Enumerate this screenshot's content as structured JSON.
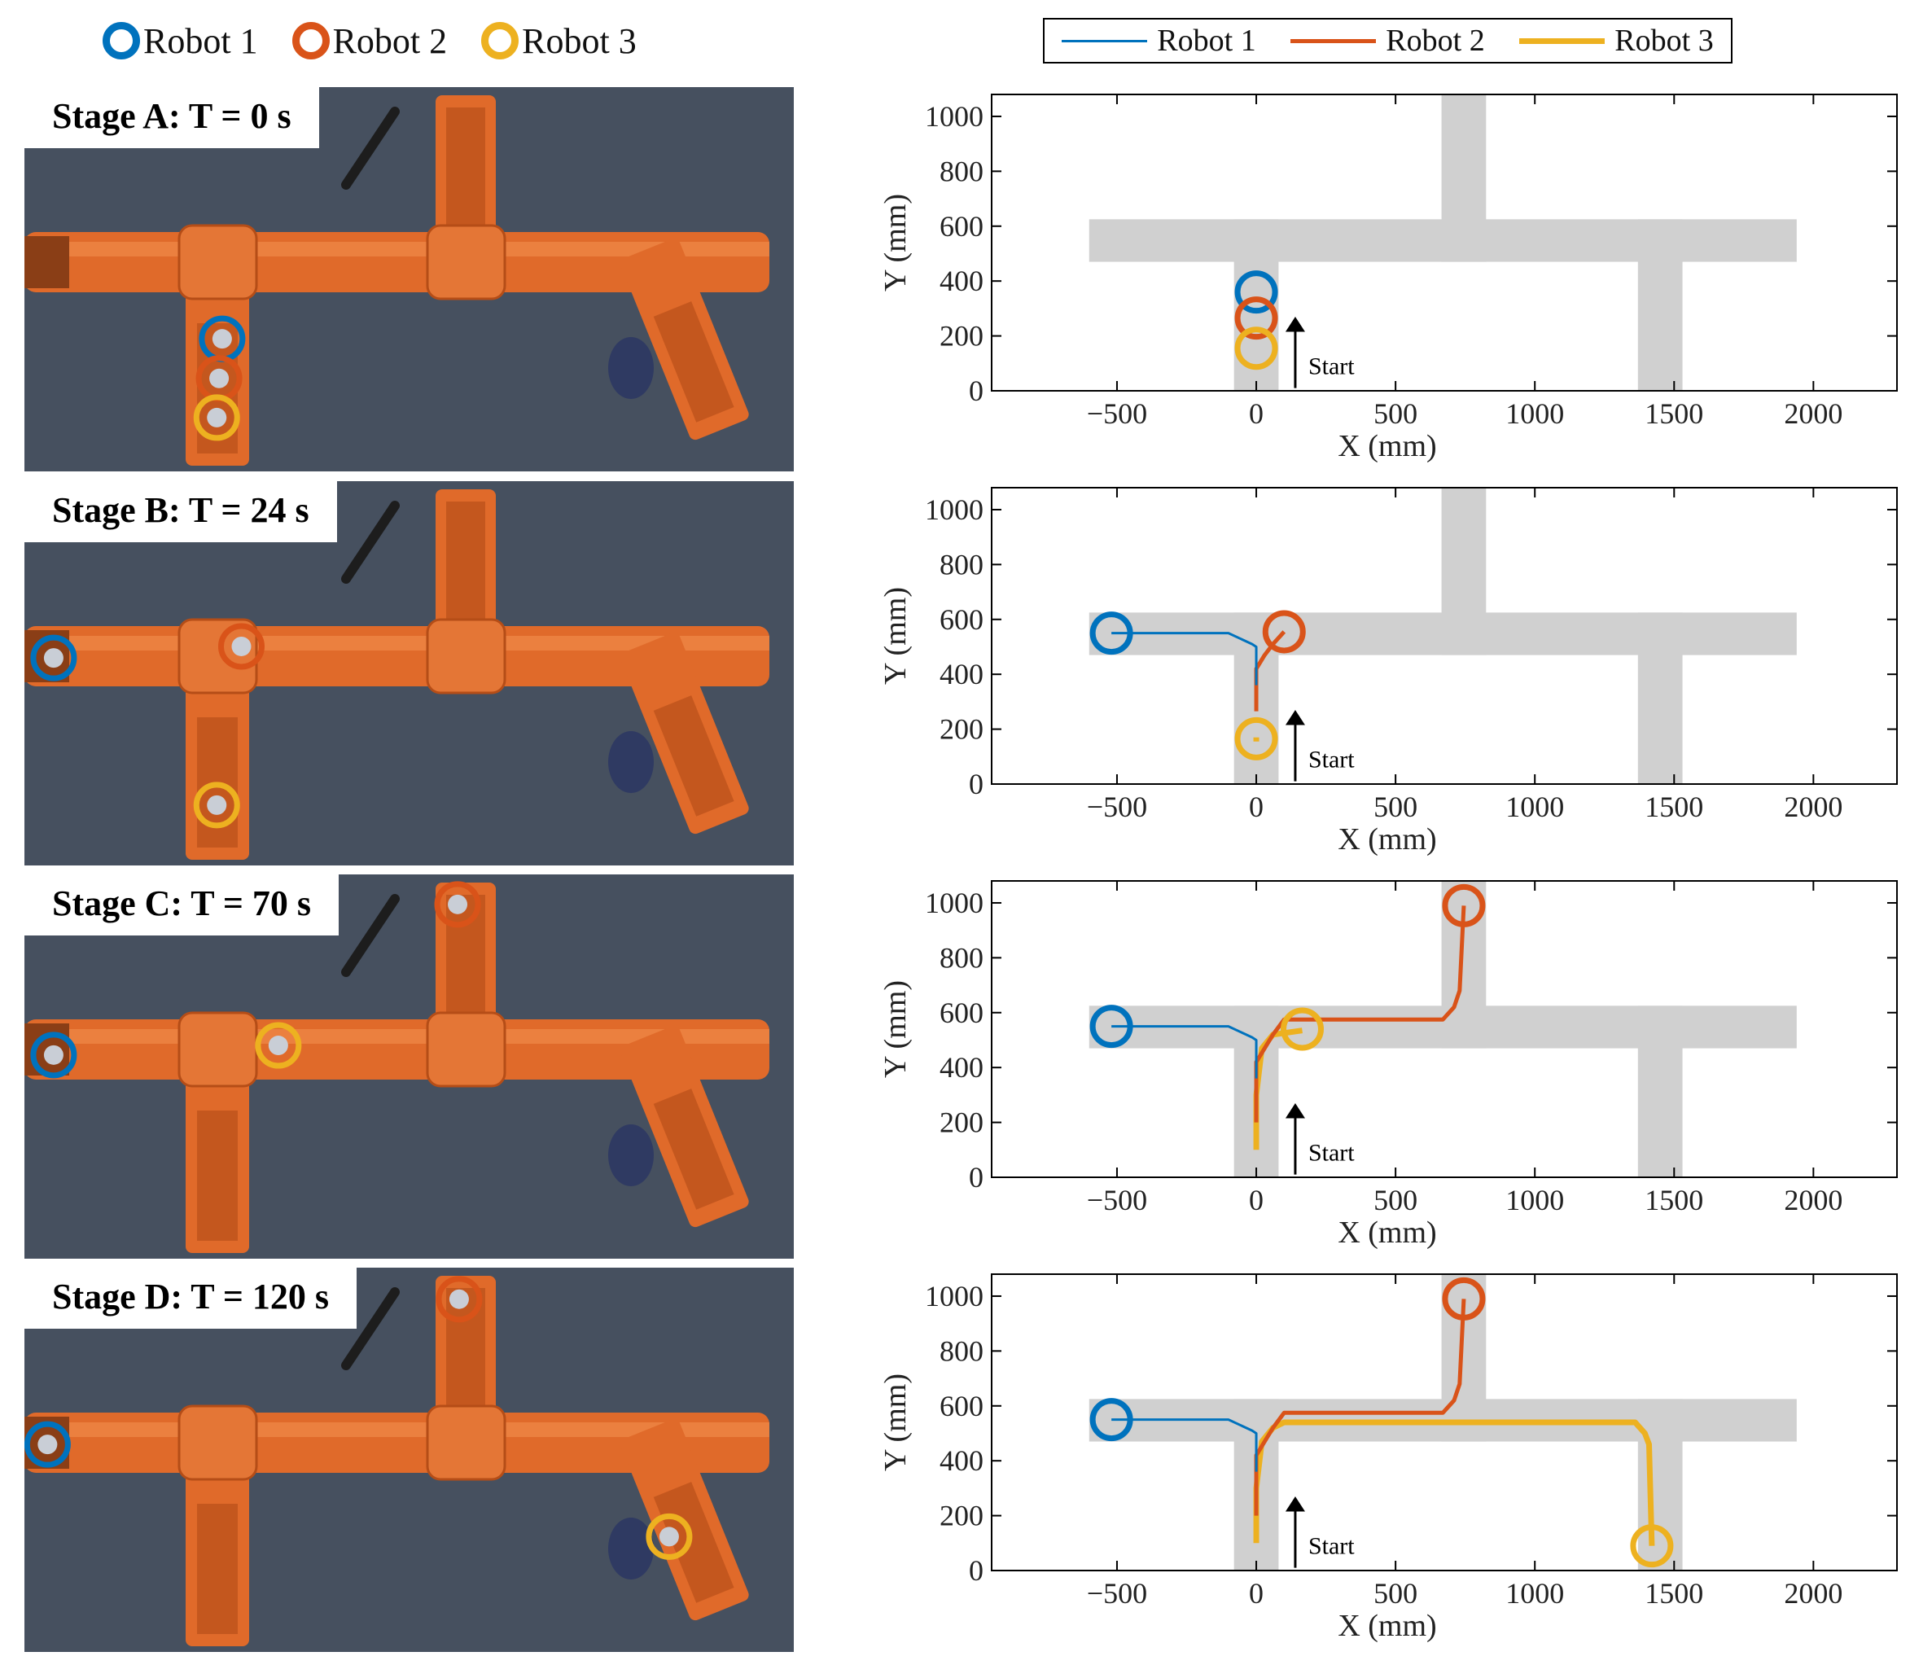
{
  "top_legend": [
    {
      "label": "Robot 1",
      "color": "#0072BD"
    },
    {
      "label": "Robot 2",
      "color": "#D95319"
    },
    {
      "label": "Robot 3",
      "color": "#EDB120"
    }
  ],
  "plot_legend": [
    {
      "label": "Robot 1",
      "color": "#0072BD"
    },
    {
      "label": "Robot 2",
      "color": "#D95319"
    },
    {
      "label": "Robot 3",
      "color": "#EDB120"
    }
  ],
  "stages": [
    {
      "label": "Stage A: T = 0 s"
    },
    {
      "label": "Stage B: T = 24 s"
    },
    {
      "label": "Stage C: T = 70 s"
    },
    {
      "label": "Stage D: T = 120 s"
    }
  ],
  "photo_markers": [
    [
      {
        "robot": 1,
        "u": 0.257,
        "v": 0.655
      },
      {
        "robot": 2,
        "u": 0.253,
        "v": 0.758
      },
      {
        "robot": 3,
        "u": 0.25,
        "v": 0.86
      }
    ],
    [
      {
        "robot": 1,
        "u": 0.038,
        "v": 0.46
      },
      {
        "robot": 2,
        "u": 0.282,
        "v": 0.43
      },
      {
        "robot": 3,
        "u": 0.25,
        "v": 0.843
      }
    ],
    [
      {
        "robot": 1,
        "u": 0.038,
        "v": 0.47
      },
      {
        "robot": 2,
        "u": 0.563,
        "v": 0.078
      },
      {
        "robot": 3,
        "u": 0.33,
        "v": 0.445
      }
    ],
    [
      {
        "robot": 1,
        "u": 0.03,
        "v": 0.46
      },
      {
        "robot": 2,
        "u": 0.565,
        "v": 0.082
      },
      {
        "robot": 3,
        "u": 0.838,
        "v": 0.7
      }
    ]
  ],
  "chart_data": [
    {
      "type": "line",
      "xlabel": "X (mm)",
      "ylabel": "Y (mm)",
      "xlim": [
        -950,
        2300
      ],
      "ylim": [
        0,
        1080
      ],
      "xticks": [
        -500,
        0,
        500,
        1000,
        1500,
        2000
      ],
      "yticks": [
        0,
        200,
        400,
        600,
        800,
        1000
      ],
      "xtick_labels": [
        "−500",
        "0",
        "500",
        "1000",
        "1500",
        "2000"
      ],
      "ytick_labels": [
        "0",
        "200",
        "400",
        "600",
        "800",
        "1000"
      ],
      "grid": false,
      "annotation": "Start",
      "series": [
        {
          "name": "Robot 1",
          "color": "#0072BD",
          "width": 3,
          "points": [],
          "end": [
            0,
            360
          ]
        },
        {
          "name": "Robot 2",
          "color": "#D95319",
          "width": 5,
          "points": [],
          "end": [
            0,
            265
          ]
        },
        {
          "name": "Robot 3",
          "color": "#EDB120",
          "width": 7,
          "points": [],
          "end": [
            0,
            155
          ]
        }
      ]
    },
    {
      "type": "line",
      "xlabel": "X (mm)",
      "ylabel": "Y (mm)",
      "xlim": [
        -950,
        2300
      ],
      "ylim": [
        0,
        1080
      ],
      "xticks": [
        -500,
        0,
        500,
        1000,
        1500,
        2000
      ],
      "yticks": [
        0,
        200,
        400,
        600,
        800,
        1000
      ],
      "xtick_labels": [
        "−500",
        "0",
        "500",
        "1000",
        "1500",
        "2000"
      ],
      "ytick_labels": [
        "0",
        "200",
        "400",
        "600",
        "800",
        "1000"
      ],
      "grid": false,
      "annotation": "Start",
      "series": [
        {
          "name": "Robot 1",
          "color": "#0072BD",
          "width": 3,
          "points": [
            [
              0,
              360
            ],
            [
              0,
              500
            ],
            [
              -15,
              510
            ],
            [
              -100,
              550
            ],
            [
              -520,
              550
            ]
          ],
          "end": [
            -520,
            550
          ]
        },
        {
          "name": "Robot 2",
          "color": "#D95319",
          "width": 5,
          "points": [
            [
              0,
              265
            ],
            [
              0,
              420
            ],
            [
              30,
              470
            ],
            [
              60,
              510
            ],
            [
              100,
              555
            ]
          ],
          "end": [
            100,
            555
          ]
        },
        {
          "name": "Robot 3",
          "color": "#EDB120",
          "width": 7,
          "points": [
            [
              0,
              155
            ],
            [
              0,
              170
            ]
          ],
          "end": [
            0,
            165
          ]
        }
      ]
    },
    {
      "type": "line",
      "xlabel": "X (mm)",
      "ylabel": "Y (mm)",
      "xlim": [
        -950,
        2300
      ],
      "ylim": [
        0,
        1080
      ],
      "xticks": [
        -500,
        0,
        500,
        1000,
        1500,
        2000
      ],
      "yticks": [
        0,
        200,
        400,
        600,
        800,
        1000
      ],
      "xtick_labels": [
        "−500",
        "0",
        "500",
        "1000",
        "1500",
        "2000"
      ],
      "ytick_labels": [
        "0",
        "200",
        "400",
        "600",
        "800",
        "1000"
      ],
      "grid": false,
      "annotation": "Start",
      "series": [
        {
          "name": "Robot 1",
          "color": "#0072BD",
          "width": 3,
          "points": [
            [
              0,
              360
            ],
            [
              0,
              500
            ],
            [
              -15,
              510
            ],
            [
              -100,
              550
            ],
            [
              -520,
              550
            ]
          ],
          "end": [
            -520,
            550
          ]
        },
        {
          "name": "Robot 2",
          "color": "#D95319",
          "width": 5,
          "points": [
            [
              0,
              200
            ],
            [
              0,
              420
            ],
            [
              30,
              470
            ],
            [
              60,
              520
            ],
            [
              100,
              575
            ],
            [
              670,
              575
            ],
            [
              710,
              620
            ],
            [
              730,
              680
            ],
            [
              745,
              990
            ]
          ],
          "end": [
            745,
            990
          ]
        },
        {
          "name": "Robot 3",
          "color": "#EDB120",
          "width": 7,
          "points": [
            [
              0,
              100
            ],
            [
              0,
              300
            ],
            [
              20,
              470
            ],
            [
              60,
              520
            ],
            [
              165,
              535
            ]
          ],
          "end": [
            165,
            540
          ]
        }
      ]
    },
    {
      "type": "line",
      "xlabel": "X (mm)",
      "ylabel": "Y (mm)",
      "xlim": [
        -950,
        2300
      ],
      "ylim": [
        0,
        1080
      ],
      "xticks": [
        -500,
        0,
        500,
        1000,
        1500,
        2000
      ],
      "yticks": [
        0,
        200,
        400,
        600,
        800,
        1000
      ],
      "xtick_labels": [
        "−500",
        "0",
        "500",
        "1000",
        "1500",
        "2000"
      ],
      "ytick_labels": [
        "0",
        "200",
        "400",
        "600",
        "800",
        "1000"
      ],
      "grid": false,
      "annotation": "Start",
      "series": [
        {
          "name": "Robot 1",
          "color": "#0072BD",
          "width": 3,
          "points": [
            [
              0,
              360
            ],
            [
              0,
              500
            ],
            [
              -15,
              510
            ],
            [
              -100,
              550
            ],
            [
              -520,
              550
            ]
          ],
          "end": [
            -520,
            550
          ]
        },
        {
          "name": "Robot 2",
          "color": "#D95319",
          "width": 5,
          "points": [
            [
              0,
              200
            ],
            [
              0,
              420
            ],
            [
              30,
              470
            ],
            [
              60,
              520
            ],
            [
              100,
              575
            ],
            [
              670,
              575
            ],
            [
              710,
              620
            ],
            [
              730,
              680
            ],
            [
              745,
              990
            ]
          ],
          "end": [
            745,
            990
          ]
        },
        {
          "name": "Robot 3",
          "color": "#EDB120",
          "width": 7,
          "points": [
            [
              0,
              100
            ],
            [
              0,
              300
            ],
            [
              20,
              470
            ],
            [
              60,
              520
            ],
            [
              100,
              540
            ],
            [
              1360,
              540
            ],
            [
              1395,
              500
            ],
            [
              1410,
              460
            ],
            [
              1420,
              90
            ]
          ],
          "end": [
            1420,
            90
          ]
        }
      ]
    }
  ]
}
